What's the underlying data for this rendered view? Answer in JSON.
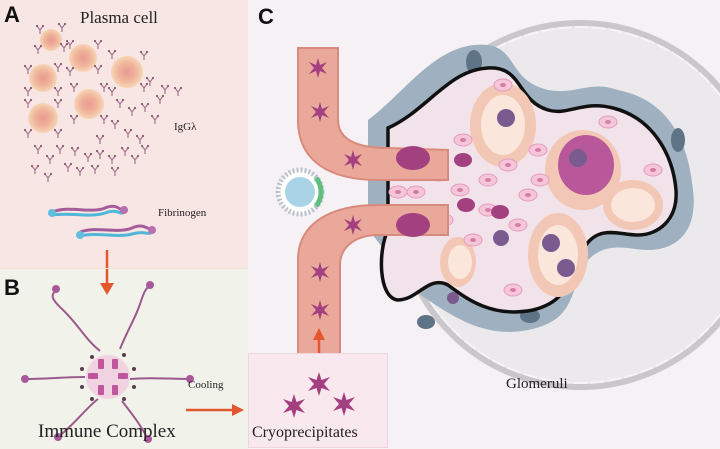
{
  "figure": {
    "panels": [
      {
        "id": "A",
        "label": "A"
      },
      {
        "id": "B",
        "label": "B"
      },
      {
        "id": "C",
        "label": "C"
      }
    ],
    "panel_a": {
      "title": "Plasma cell",
      "antibody_label": "IgGλ",
      "protein_label": "Fibrinogen"
    },
    "panel_b": {
      "title": "Immune Complex",
      "arrow_label": "Cooling"
    },
    "panel_c": {
      "cryo_label": "Cryoprecipitates",
      "organ_label": "Glomeruli"
    },
    "colors": {
      "panel_a_bg": "#f8e6e4",
      "panel_b_bg": "#f1f2ea",
      "panel_c_bg": "#f5f1f4",
      "arrow": "#e4572e",
      "magenta_deposit": "#a3407f",
      "vessel": "#e9a89a",
      "capsule_blue": "#9fb1c0",
      "cell_pink": "#f4c6d8"
    }
  }
}
